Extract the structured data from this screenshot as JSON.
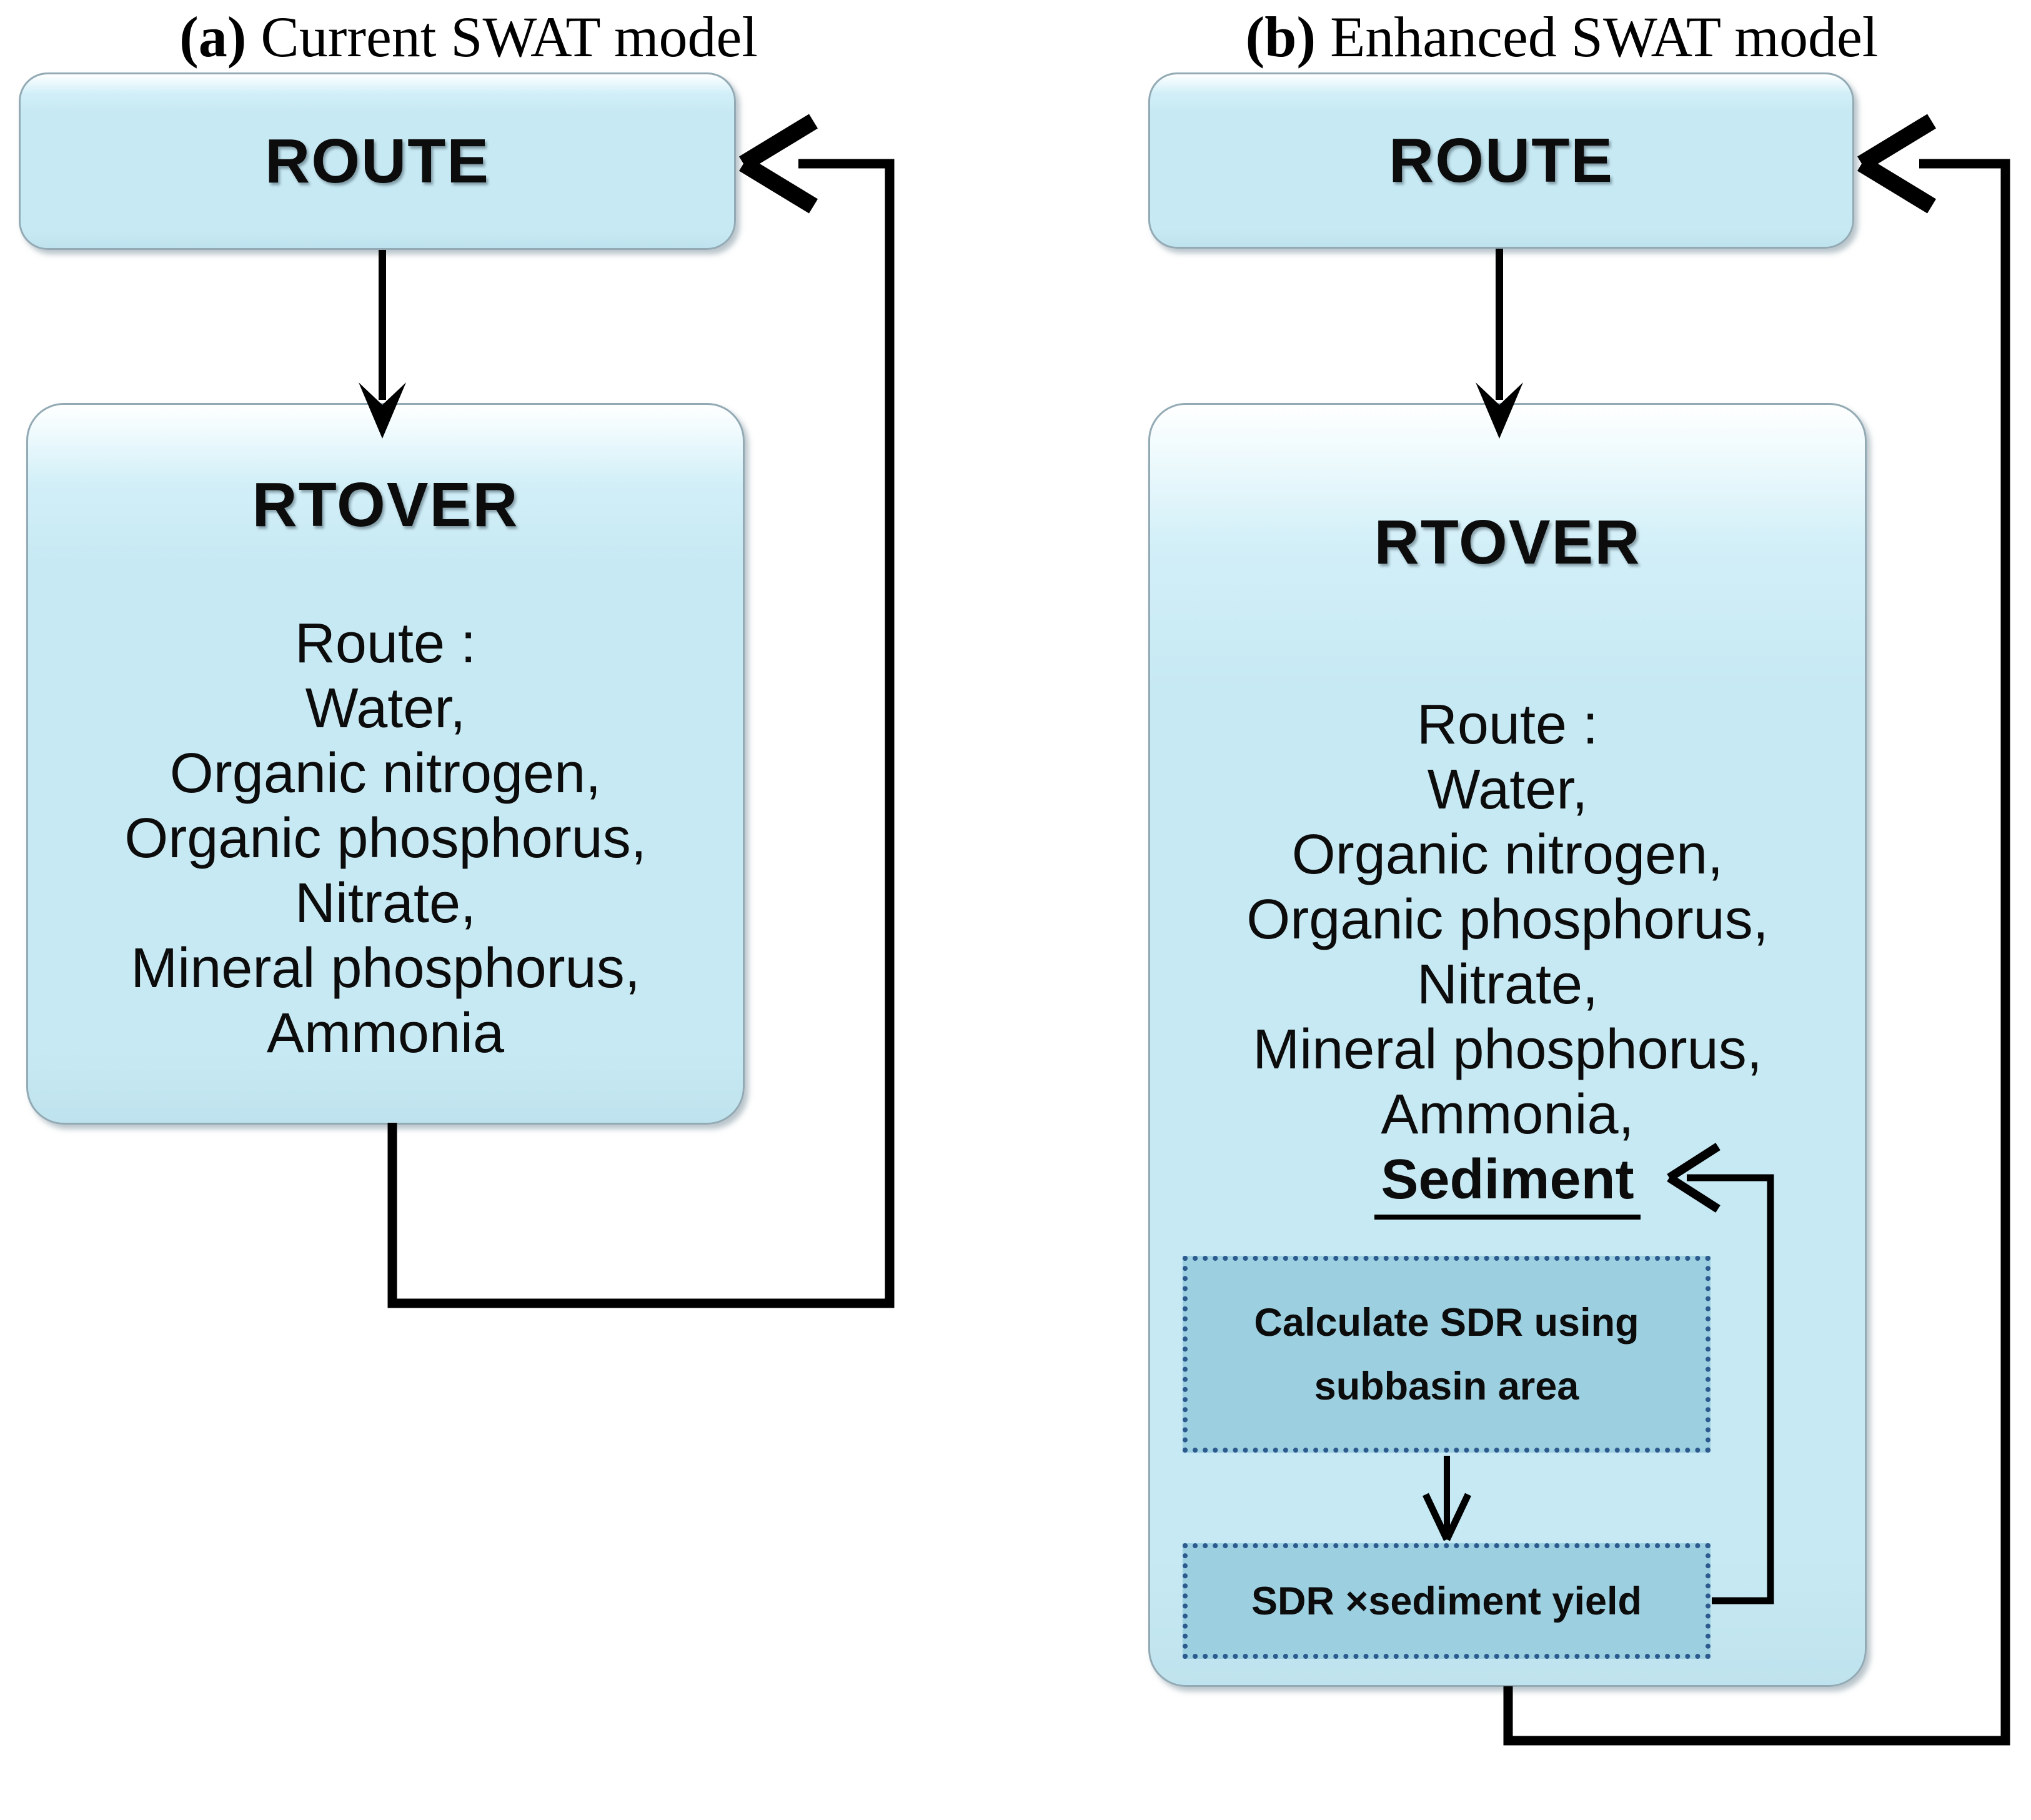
{
  "colors": {
    "box_fill": "#c7e9f3",
    "box_border": "#93aab4",
    "dashed_fill": "#9ccfe0",
    "dashed_border": "#2d5a8e",
    "line": "#000000"
  },
  "panel_a": {
    "title_prefix": "(a)",
    "title_rest": " Current SWAT model",
    "route_label": "ROUTE",
    "rtover_label": "RTOVER",
    "route_lines": [
      "Route :",
      "Water,",
      "Organic nitrogen,",
      "Organic phosphorus,",
      "Nitrate,",
      "Mineral phosphorus,",
      "Ammonia"
    ]
  },
  "panel_b": {
    "title_prefix": "(b)",
    "title_rest": " Enhanced SWAT model",
    "route_label": "ROUTE",
    "rtover_label": "RTOVER",
    "route_lines": [
      "Route :",
      "Water,",
      "Organic nitrogen,",
      "Organic phosphorus,",
      "Nitrate,",
      "Mineral phosphorus,",
      "Ammonia,"
    ],
    "sediment_label": "Sediment",
    "sdr_calc_box": {
      "pre": "Calculate ",
      "bold": "SDR",
      "post": " using",
      "line2": "subbasin area"
    },
    "sdr_mult_box": {
      "bold": "SDR",
      "post": " ×sediment yield"
    }
  }
}
